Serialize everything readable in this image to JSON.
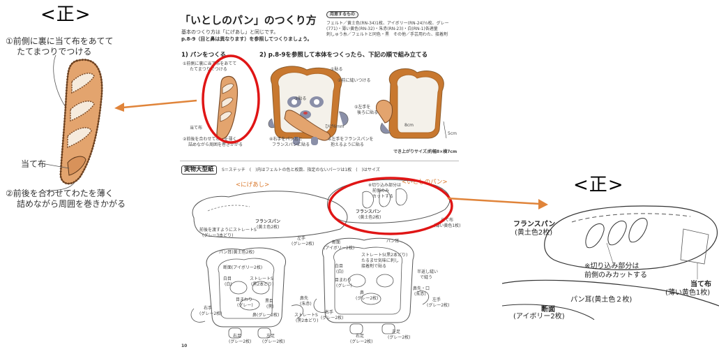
{
  "left_panel": {
    "heading": "<正>",
    "note1_line1": "①前側に裏に当て布をあてて",
    "note1_line2": "たてまつりでつける",
    "patch_label": "当て布",
    "note2_line1": "②前後を合わせてわたを薄く",
    "note2_line2": "詰めながら周囲を巻きかがる"
  },
  "right_panel": {
    "heading": "<正>",
    "france_label_1": "フランスパン",
    "france_label_2": "(黄土色2枚)",
    "cutout_label_1": "※切り込み部分は",
    "cutout_label_2": "前側のみカットする",
    "patch_label_1": "当て布",
    "patch_label_2": "(薄い黄色1枚)",
    "bread_ear_label": "パン耳(黄土色２枚)",
    "cross_section_1": "断面",
    "cross_section_2": "(アイボリー2枚)"
  },
  "page": {
    "title": "「いとしのパン」のつくり方",
    "intro_line1": "基本のつくり方は「にげあし」と同じです。",
    "intro_line2": "p.8-9（目と鼻は異なります）を参照してつくりましょう。",
    "materials_tag": "用意するもの",
    "materials_line1": "フェルト／黄土色(RN-34)1枚、アイボリー(RN-24)½枚、グレー",
    "materials_line2": "(771)・薄い黄色(RN-32)・朱赤(RN-23)・白(RN-1)各適量",
    "materials_line3": "刺しゅう糸／フェルトと同色・黒　その他／手芸用わた、接着剤",
    "step1_title": "1) パンをつくる",
    "step1_note1": "①前側に裏に当て布をあてて",
    "step1_note1b": "たてまつりでつける",
    "step1_patch": "当て布",
    "step1_note2": "②前後を合わせてわたを薄く",
    "step1_note2b": "詰めながら周囲を巻きかがる",
    "step2_title": "2) p.8-9を参照して本体をつくったら、下記の順で組み立てる",
    "step2_a": "①貼る",
    "step2_b": "②前に縫いつける",
    "step2_c": "③貼る",
    "step2_d": "⑤左手を",
    "step2_d2": "後ろに貼る",
    "step2_e": "ひげ6mm",
    "step2_f": "④右手をパン耳と",
    "step2_f2": "フランスパンに貼る",
    "step2_g": "⑥左手をフランスパンを",
    "step2_g2": "抱えるように貼る",
    "dim_8cm": "8cm",
    "dim_5cm": "5cm",
    "finish_size": "でき上がりサイズ/約幅8×横7cm",
    "pattern_tag": "実物大型紙",
    "pattern_note": "S＝ステッチ　(　)内はフェルトの色と枚数、指定のないパーツは1枚　(　)はサイズ",
    "nigeashi_label": "<にげあし>",
    "itoshi_label": "<いとしのパン>",
    "pattern_cutout_1": "※切り込み部分は",
    "pattern_cutout_2": "前側のみ",
    "pattern_cutout_3": "カットする",
    "pattern_france_1": "フランスパン",
    "pattern_france_2": "(黄土色2枚)",
    "left_pattern_france_1": "フランスパン",
    "left_pattern_france_2": "(黄土色2枚)",
    "left_pattern_note_1": "前後を渡すようにストレートS",
    "left_pattern_note_2": "(グレー3本どり)",
    "patch_right_1": "当て布",
    "patch_right_2": "(薄い黄色1枚)",
    "left_hand_1": "左手",
    "left_hand_2": "(グレー2枚)",
    "bread_ear_left": "パン耳(黄土色2枚)",
    "cross_left": "断面(アイボリー2枚)",
    "eye_white_l": "白目",
    "eye_white_l2": "(白)",
    "straight_s": "ストレートS",
    "straight_s2": "(黒2本どり)",
    "eye_border_l": "目まわり",
    "eye_border_l2": "(グレー)",
    "eye_black_l": "黒目",
    "eye_black_l2": "(黒)",
    "right_hand_l": "右手",
    "right_hand_l2": "(グレー2枚)",
    "nose_l": "鼻(グレー2枚)",
    "nose_tip_l": "鼻先",
    "nose_tip_l2": "(朱赤)",
    "straight_s_b": "ストレートS",
    "straight_s_b2": "(黒2本どり)",
    "right_foot_l": "右足",
    "right_foot_l2": "(グレー2枚)",
    "left_foot_l": "左足",
    "left_foot_l2": "(グレー2枚)",
    "cross_right": "断面",
    "cross_right2": "(アイボリー2枚)",
    "bread_ear_right": "パン耳",
    "straight_s_r1": "ストレートS(黒2本どり)",
    "straight_s_r2": "たるませ気味に刺し",
    "straight_s_r3": "接着剤で貼る",
    "eye_white_r": "白目",
    "eye_white_r2": "(白)",
    "eye_border_r": "目まわり",
    "eye_border_r2": "(グレー)",
    "half_back": "半返し縫い",
    "half_back2": "で縫う",
    "nose_r": "鼻",
    "nose_r2": "(グレー2枚)",
    "nose_mouth": "鼻先・口",
    "nose_mouth2": "(朱赤)",
    "left_hand_r": "左手",
    "left_hand_r2": "(グレー2枚)",
    "right_hand_r": "右手",
    "right_hand_r2": "(グレー2枚)",
    "right_foot_r": "右足",
    "right_foot_r2": "(グレー2枚)",
    "left_foot_r": "左足",
    "left_foot_r2": "(グレー2枚)",
    "page_number": "10"
  },
  "colors": {
    "bread_fill": "#e3a46e",
    "bread_stroke": "#7a4a26",
    "arrow": "#e0843a",
    "highlight_ring": "#e01515",
    "toast_crust": "#c8782f",
    "toast_white": "#f4f1ea",
    "character_gray": "#8a8fa8",
    "pattern_orange": "#d9772a"
  }
}
